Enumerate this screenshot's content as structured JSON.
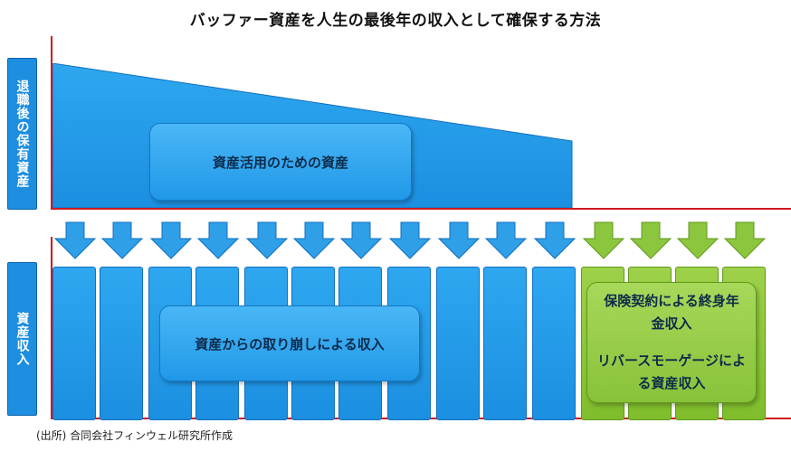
{
  "title": "バッファー資産を人生の最後年の収入として確保する方法",
  "labels": {
    "assets": "退職後の保有資産",
    "income": "資産収入"
  },
  "boxes": {
    "asset_use": "資産活用のための資産",
    "withdrawal": "資産からの取り崩しによる収入",
    "insurance": "保険契約による終身年金収入",
    "reverse_mortgage": "リバースモーゲージによる資産収入"
  },
  "source": "(出所) 合同会社フィンウェル研究所作成",
  "colors": {
    "blue": "#1e90e0",
    "green": "#84c23a",
    "axis": "#d01820"
  },
  "arrows": {
    "blue_count": 11,
    "green_count": 4,
    "blue_icon": "down-arrow-icon",
    "green_icon": "down-arrow-icon"
  }
}
